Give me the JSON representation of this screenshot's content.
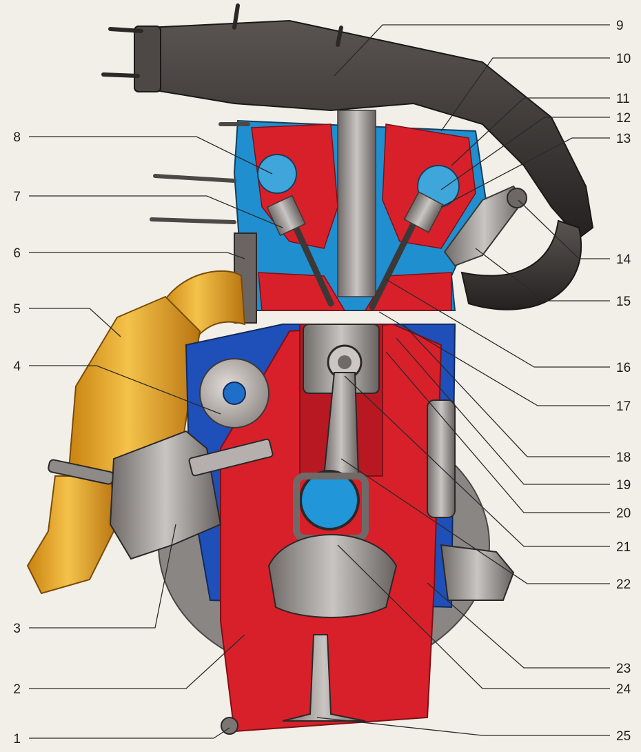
{
  "diagram": {
    "labels_left": [
      "8",
      "7",
      "6",
      "5",
      "4",
      "3",
      "2",
      "1"
    ],
    "labels_right": [
      "9",
      "10",
      "11",
      "12",
      "13",
      "14",
      "15",
      "16",
      "17",
      "18",
      "19",
      "20",
      "21",
      "22",
      "23",
      "24",
      "25"
    ]
  },
  "colors": {
    "head_block": "#d8202a",
    "cooling_jacket": "#1f8fd0",
    "exhaust_manifold": "#3a3634",
    "catalytic_converter": "#e0a020",
    "leader_line": "#2a2a2a",
    "background": "#f2efe9"
  }
}
